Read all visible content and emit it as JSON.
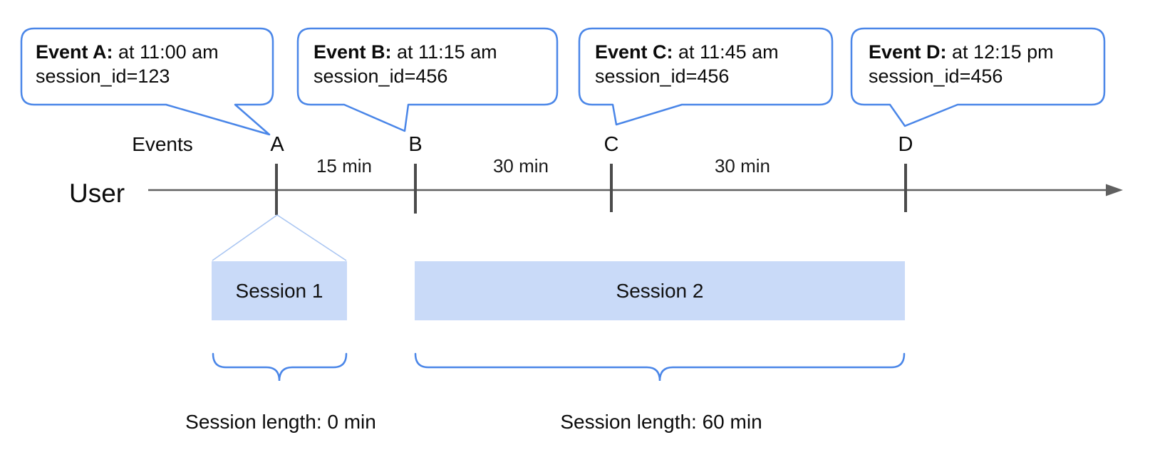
{
  "bubbles": [
    {
      "title": "Event A:",
      "time": " at 11:00 am",
      "session": "session_id=123"
    },
    {
      "title": "Event B:",
      "time": " at 11:15 am",
      "session": "session_id=456"
    },
    {
      "title": "Event C:",
      "time": " at 11:45 am",
      "session": "session_id=456"
    },
    {
      "title": "Event D:",
      "time": " at 12:15 pm",
      "session": "session_id=456"
    }
  ],
  "timeline": {
    "axis_label": "User",
    "events_label": "Events",
    "event_markers": [
      "A",
      "B",
      "C",
      "D"
    ],
    "intervals": [
      "15 min",
      "30 min",
      "30 min"
    ]
  },
  "sessions": [
    {
      "label": "Session 1",
      "length_label": "Session length: 0 min"
    },
    {
      "label": "Session 2",
      "length_label": "Session length: 60 min"
    }
  ],
  "colors": {
    "accent_blue": "#4a86e8",
    "funnel_blue": "#a9c5f2",
    "session_fill": "#c9daf8",
    "axis_gray": "#606060",
    "tick_gray": "#4b4b4b"
  }
}
